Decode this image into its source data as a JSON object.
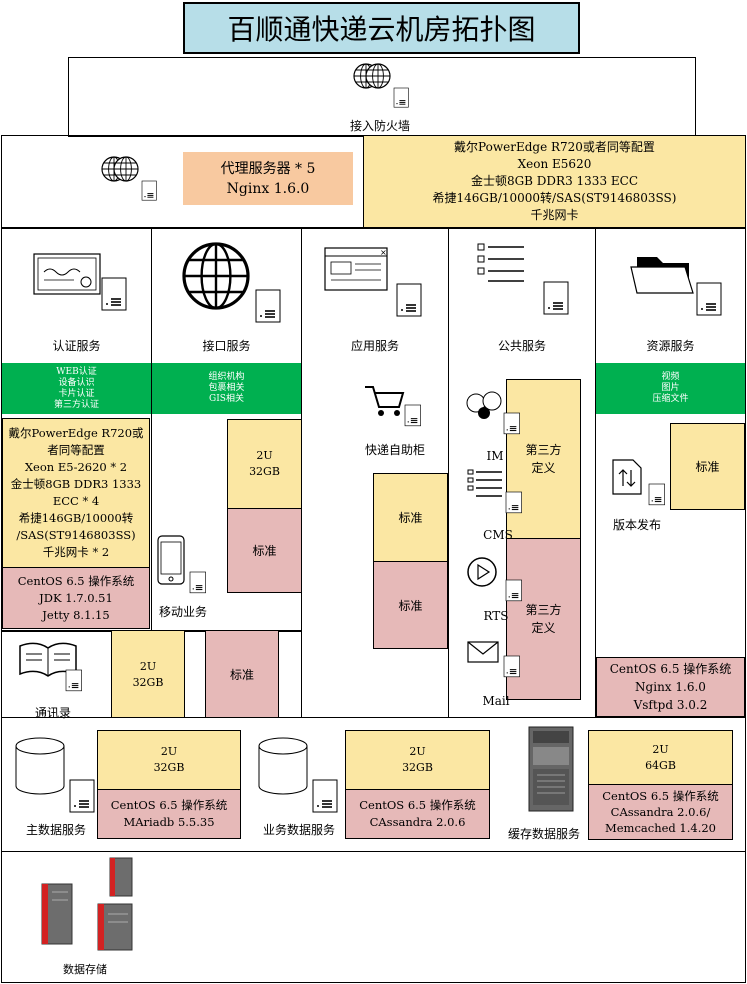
{
  "title": "百顺通快递云机房拓扑图",
  "firewall": {
    "label": "接入防火墙"
  },
  "proxy": {
    "label": "代理服务器 * 5\nNginx 1.6.0",
    "hw_spec": "戴尔PowerEdge R720或者同等配置\nXeon E5620\n金士顿8GB DDR3 1333 ECC\n希捷146GB/10000转/SAS(ST9146803SS)\n千兆网卡"
  },
  "services": {
    "auth": {
      "label": "认证服务",
      "features": "WEB认证\n设备认识\n卡片认证\n第三方认证"
    },
    "api": {
      "label": "接口服务",
      "features": "组织机构\n包裹相关\nGIS相关"
    },
    "app": {
      "label": "应用服务"
    },
    "public": {
      "label": "公共服务"
    },
    "resource": {
      "label": "资源服务",
      "features": "视频\n图片\n压缩文件"
    }
  },
  "auth_hw": "戴尔PowerEdge R720或\n者同等配置\nXeon E5-2620 * 2\n金士顿8GB DDR3 1333\nECC * 4\n希捷146GB/10000转\n/SAS(ST9146803SS)\n千兆网卡 * 2",
  "auth_os": "CentOS 6.5 操作系统\nJDK 1.7.0.51\nJetty 8.1.15",
  "mobile": {
    "label": "移动业务",
    "spec": "2U\n32GB",
    "standard": "标准"
  },
  "locker": {
    "label": "快递自助柜",
    "standard1": "标准",
    "standard2": "标准"
  },
  "public_items": {
    "im": "IM",
    "cms": "CMS",
    "rts": "RTS",
    "mail": "Mail",
    "third1": "第三方\n定义",
    "third2": "第三方\n定义"
  },
  "release": {
    "label": "版本发布",
    "standard": "标准"
  },
  "resource_os": "CentOS 6.5 操作系统\nNginx 1.6.0\nVsftpd 3.0.2",
  "contacts": {
    "label": "通讯录",
    "spec": "2U\n32GB",
    "standard": "标准"
  },
  "db": {
    "main": {
      "label": "主数据服务",
      "spec": "2U\n32GB",
      "os": "CentOS 6.5 操作系统\nMAriadb 5.5.35"
    },
    "business": {
      "label": "业务数据服务",
      "spec": "2U\n32GB",
      "os": "CentOS 6.5 操作系统\nCAssandra 2.0.6"
    },
    "cache": {
      "label": "缓存数据服务",
      "spec": "2U\n64GB",
      "os": "CentOS 6.5 操作系统\nCAssandra 2.0.6/\nMemcached 1.4.20"
    }
  },
  "storage": {
    "label": "数据存储"
  }
}
